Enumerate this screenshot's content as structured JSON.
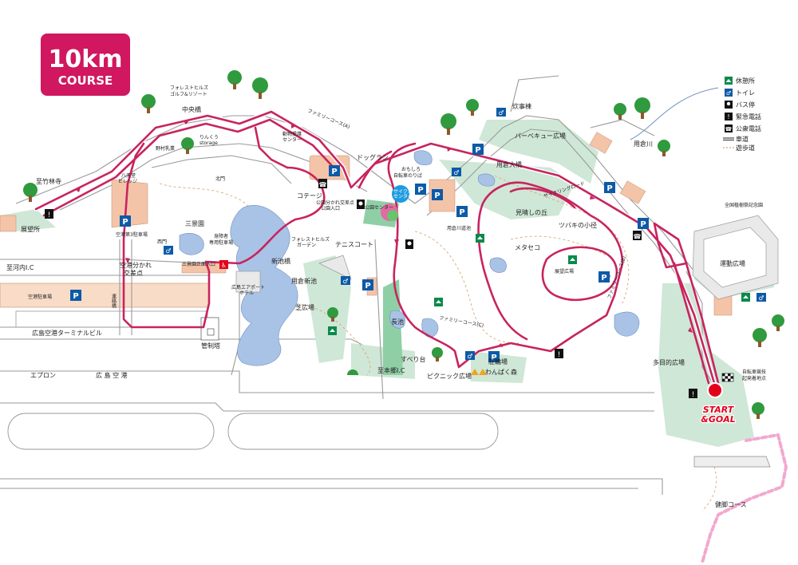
{
  "course_badge": {
    "distance": "10km",
    "label": "COURSE",
    "color": "#d0175f"
  },
  "start_goal": {
    "line1": "START",
    "line2": "&GOAL",
    "color": "#e3001b"
  },
  "colors": {
    "course": "#c8245f",
    "park_green": "#cfe7d6",
    "pond": "#a9c3e6",
    "parking": "#0d5aa7",
    "building": "#f3c4a8",
    "jogging": "#f2a8cf"
  },
  "legend": [
    {
      "icon": "rest-area-icon",
      "label": "休憩所"
    },
    {
      "icon": "toilet-icon",
      "label": "トイレ"
    },
    {
      "icon": "bus-stop-icon",
      "label": "バス停"
    },
    {
      "icon": "emergency-phone-icon",
      "label": "緊急電話"
    },
    {
      "icon": "public-phone-icon",
      "label": "公衆電話"
    },
    {
      "icon": "road-line-icon",
      "label": "車道"
    },
    {
      "icon": "footpath-line-icon",
      "label": "遊歩道"
    }
  ],
  "parking_label": "P",
  "labels": {
    "forest_hills_golf": "フォレストヒルズ\nゴルフ&リゾート",
    "chuo_bridge": "中央橋",
    "ringo_storage": "りんくう\nstorage",
    "nomura_dairy": "野村乳業",
    "shichikurinji": "至竹林寺",
    "observatory": "展望所",
    "kita_mon": "北門",
    "hassen_village": "八天堂\nビレッジ",
    "airport_lot3": "空港第3駐車場",
    "sankeien": "三景園",
    "nishimon": "西門",
    "disabled_parking": "身障者\n専用駐車場",
    "sankeien_gate": "三景園正面入口",
    "airport_split": "空港分かれ\n交差点",
    "shikochi_ic": "至河内I.C",
    "airport_parking": "空港駐車場",
    "renraku_bridge": "連絡橋",
    "terminal_building": "広島空港ターミナルビル",
    "kansei_tower": "管制塔",
    "apron": "エプロン",
    "hiroshima_airport": "広 島 空 港",
    "family_course_a": "ファミリーコース(A)",
    "animal_center": "動物愛護\nセンター",
    "dog_run": "ドッグラン",
    "cottage": "コテージ",
    "park_entrance": "公園分かれ交差点\n公園入口",
    "forest_hills_garden": "フォレストヒルズ\nガーデン",
    "tennis_court": "テニスコート",
    "shinike_bridge": "新池橋",
    "airport_hotel": "広島エアポート\nホテル",
    "yokura_shinike": "用倉新池",
    "shiba_plaza": "芝広場",
    "chouike": "長池",
    "omoshiro_bike": "おもしろ\n自転車のりば",
    "cycle_center": "サイクル\nセンター",
    "park_center": "公園センター",
    "sairo_pond": "用倉川道池",
    "family_course_c": "ファミリーコース(C)",
    "suberidai": "すべり台",
    "shihongo_ic": "至本郷I.C",
    "picnic_plaza": "ピクニック広場",
    "bike_parking": "駐輪場",
    "wanpaku_mori": "わんぱく森",
    "suijibou": "炊事棟",
    "bbq_plaza": "バーベキュー広場",
    "yokura_bridge": "用倉大橋",
    "cycling_road": "サイクリングロード",
    "miharashi_hill": "見晴しの丘",
    "tsubaki_path": "ツバキの小径",
    "metasequoia": "メタセコ",
    "tenbou_plaza": "展望広場",
    "family_course_b": "ファミリーコース(B)",
    "yokura_river": "用倉川",
    "national_tree_memorial": "全国植樹祭記念園",
    "sports_plaza": "運動広場",
    "multi_plaza": "多目的広場",
    "bike_race_start": "自転車競技\n起発着地点",
    "jogging_course": "健脚コース"
  }
}
